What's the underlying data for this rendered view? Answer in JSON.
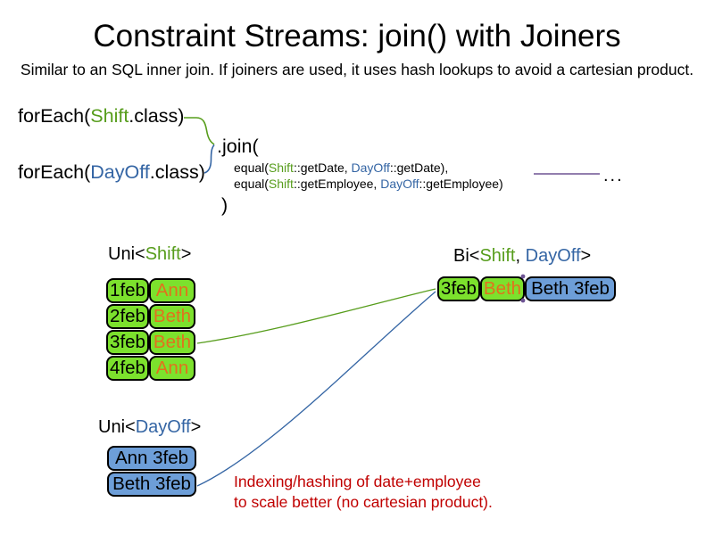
{
  "title": "Constraint Streams: join() with Joiners",
  "subtitle": "Similar to an SQL inner join. If joiners are used, it uses hash lookups to avoid a cartesian product.",
  "colors": {
    "green_text": "#579d1c",
    "blue_text": "#3465a4",
    "green_fill": "#7ce12d",
    "blue_fill": "#6d9ed8",
    "orange_text": "#e2711d",
    "red_text": "#c00000",
    "purple": "#6e5494"
  },
  "code": {
    "foreach_shift": {
      "pre": "forEach(",
      "cls": "Shift",
      "post": ".class)"
    },
    "foreach_dayoff": {
      "pre": "forEach(",
      "cls": "DayOff",
      "post": ".class)"
    },
    "join_open": ".join(",
    "equal_date": {
      "p1": "equal(",
      "shift": "Shift",
      "p2": "::getDate, ",
      "dayoff": "DayOff",
      "p3": "::getDate),"
    },
    "equal_employee": {
      "p1": "equal(",
      "shift": "Shift",
      "p2": "::getEmployee, ",
      "dayoff": "DayOff",
      "p3": "::getEmployee)"
    },
    "join_close": ")",
    "ellipsis": "..."
  },
  "uni_shift": {
    "label": {
      "pre": "Uni<",
      "type": "Shift",
      "post": ">"
    },
    "rows": [
      {
        "date": "1feb",
        "employee": "Ann"
      },
      {
        "date": "2feb",
        "employee": "Beth"
      },
      {
        "date": "3feb",
        "employee": "Beth"
      },
      {
        "date": "4feb",
        "employee": "Ann"
      }
    ]
  },
  "uni_dayoff": {
    "label": {
      "pre": "Uni<",
      "type": "DayOff",
      "post": ">"
    },
    "rows": [
      "Ann 3feb",
      "Beth 3feb"
    ]
  },
  "bi": {
    "label": {
      "pre": "Bi<",
      "shift": "Shift",
      "sep": ", ",
      "dayoff": "DayOff",
      "post": ">"
    },
    "row": {
      "date": "3feb",
      "employee": "Beth",
      "dayoff": "Beth 3feb"
    }
  },
  "note": {
    "line1": "Indexing/hashing of date+employee",
    "line2": "to scale better (no cartesian product)."
  }
}
